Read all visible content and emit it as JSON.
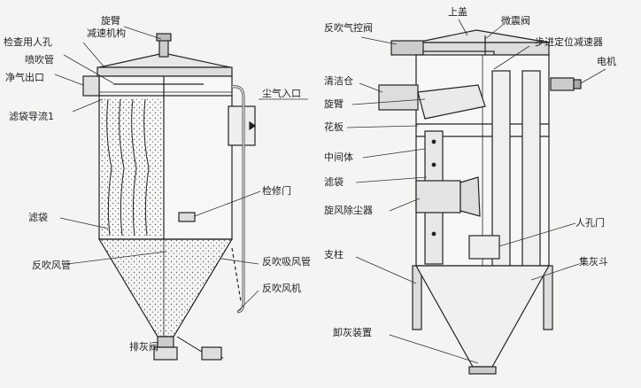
{
  "left_diagram": {
    "labels": {
      "inspection_manhole": "检查用人孔",
      "rotary_arm": "旋臂",
      "reducer": "减速机构",
      "blow_pipe": "喷吹管",
      "clean_outlet": "净气出口",
      "bag_guide": "滤袋导流1",
      "dust_inlet": "尘气入口",
      "access_door": "检修门",
      "filter_bag": "滤袋",
      "reverse_pipe": "反吹风管",
      "suction_pipe": "反吹吸风管",
      "reverse_fan": "反吹风机",
      "ash_valve": "排灰阀"
    }
  },
  "right_diagram": {
    "labels": {
      "top_cover": "上盖",
      "control_valve": "反吹气控阀",
      "vibration_valve": "微震阀",
      "stepper_reducer": "步进定位减速器",
      "motor": "电机",
      "clean_chamber": "清洁仓",
      "rotary_arm": "旋臂",
      "flower_plate": "花板",
      "middle_body": "中间体",
      "filter_bag": "滤袋",
      "cyclone": "旋风除尘器",
      "manhole_door": "人孔门",
      "pillar": "支柱",
      "hopper": "集灰斗",
      "discharge": "卸灰装置"
    }
  }
}
